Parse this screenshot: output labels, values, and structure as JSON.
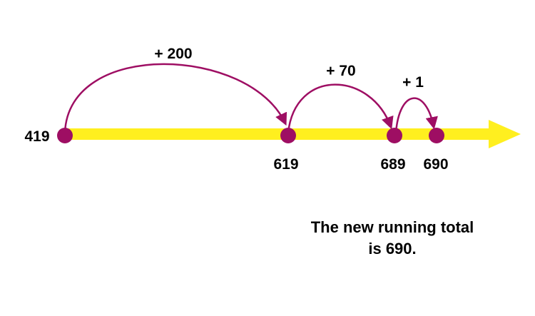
{
  "colors": {
    "line": "#ffef1f",
    "point": "#9e0e63",
    "arc": "#9e0e63"
  },
  "points": [
    {
      "value": "419"
    },
    {
      "value": "619"
    },
    {
      "value": "689"
    },
    {
      "value": "690"
    }
  ],
  "jumps": [
    {
      "label": "+ 200",
      "from": "419",
      "to": "619"
    },
    {
      "label": "+ 70",
      "from": "619",
      "to": "689"
    },
    {
      "label": "+ 1",
      "from": "689",
      "to": "690"
    }
  ],
  "caption": {
    "line1": "The new running total",
    "line2": "is 690."
  }
}
